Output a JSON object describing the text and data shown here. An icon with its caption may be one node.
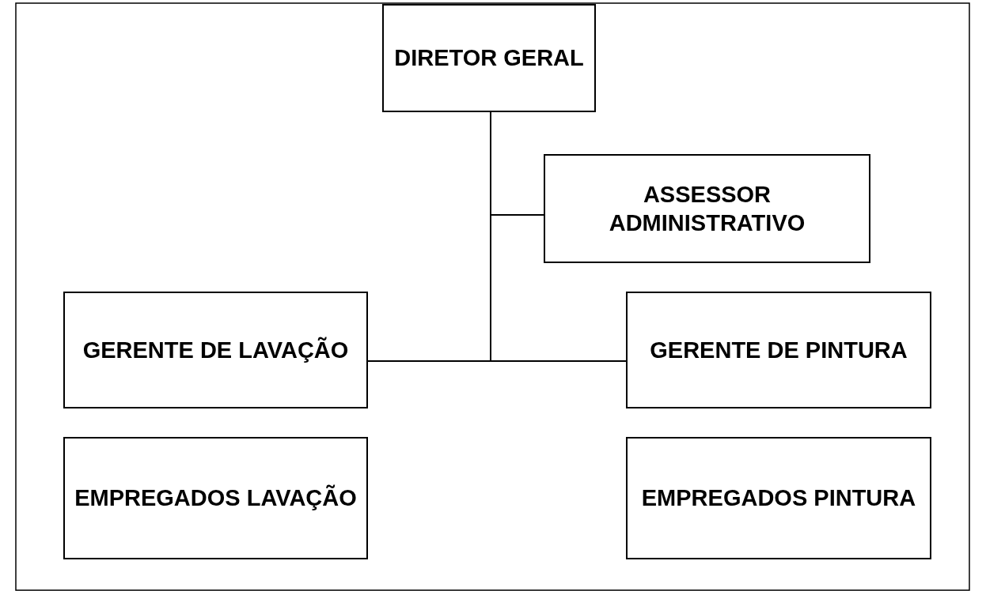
{
  "diagram": {
    "nodes": [
      {
        "text": [
          "DIRETOR GERAL"
        ]
      },
      {
        "text": [
          "ASSESSOR ADMINISTRATIVO"
        ]
      },
      {
        "text": [
          "GERENTE DE LAVAÇÃO"
        ]
      },
      {
        "text": [
          "GERENTE DE PINTURA"
        ]
      },
      {
        "text": [
          "EMPREGADOS LAVAÇÃO"
        ]
      },
      {
        "text": [
          "EMPREGADOS PINTURA"
        ]
      }
    ],
    "edges": [
      {
        "from": 0,
        "to": 1,
        "arrow": "none"
      },
      {
        "from": 0,
        "to": 2,
        "arrow": "none"
      },
      {
        "from": 0,
        "to": 3,
        "arrow": "none"
      }
    ]
  }
}
